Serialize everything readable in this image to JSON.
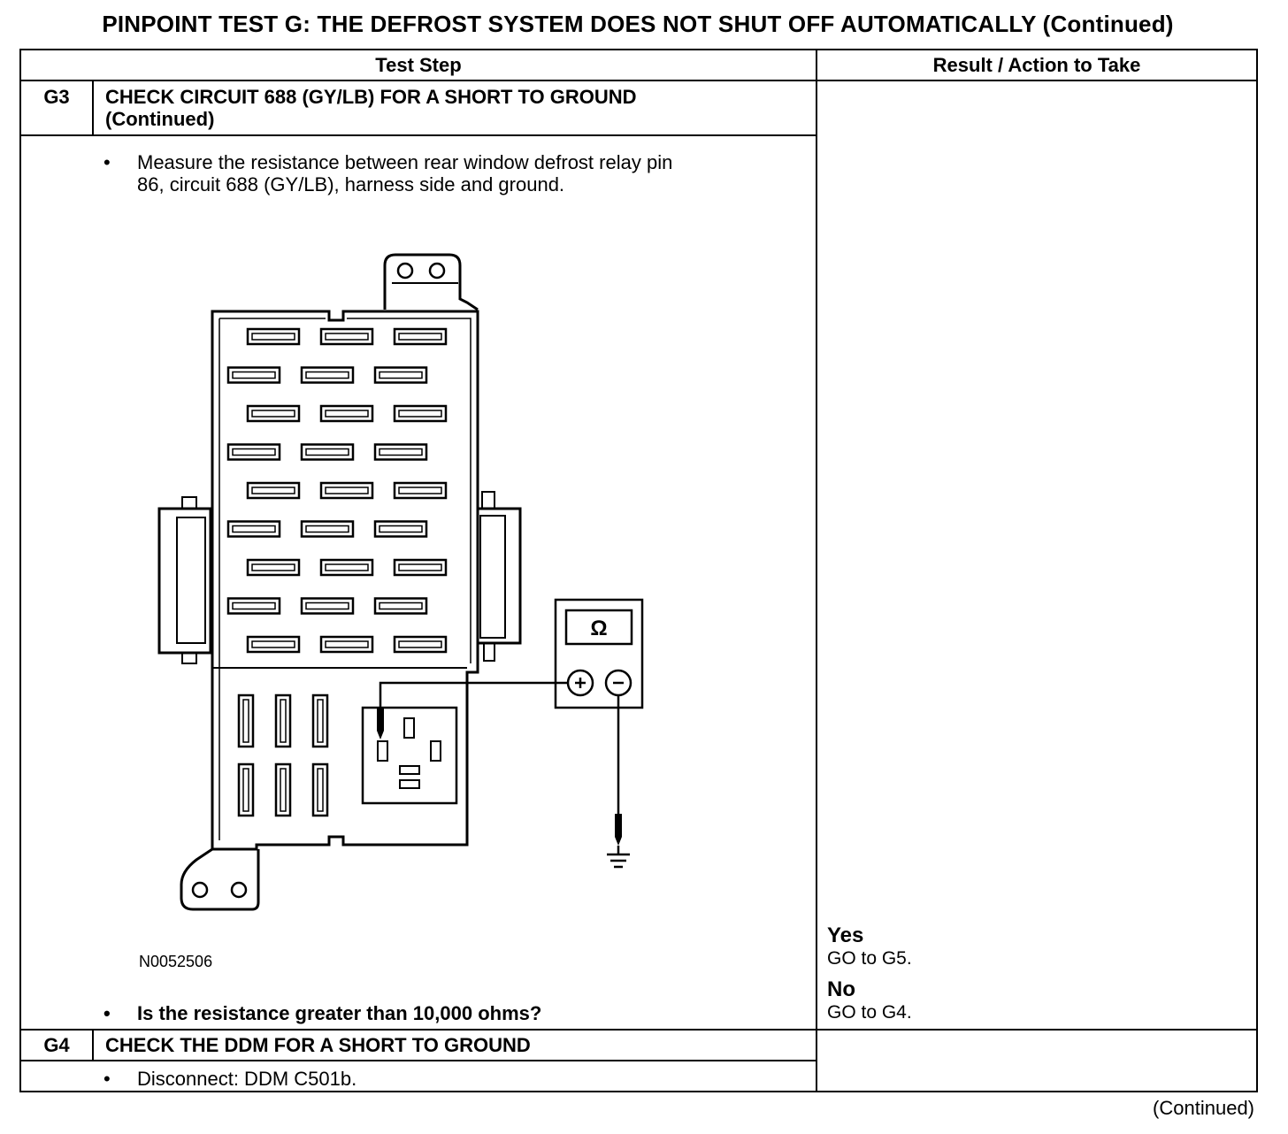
{
  "page_title": "PINPOINT TEST  G: THE DEFROST SYSTEM DOES NOT SHUT OFF AUTOMATICALLY (Continued)",
  "table": {
    "col_test_step": "Test Step",
    "col_result": "Result / Action to Take"
  },
  "steps": [
    {
      "id": "G3",
      "title_line1": "CHECK CIRCUIT 688 (GY/LB) FOR A SHORT TO GROUND",
      "title_line2": "(Continued)",
      "bullet1_line1": "Measure the resistance between rear window defrost relay pin",
      "bullet1_line2": "86, circuit 688 (GY/LB), harness side and ground.",
      "figure_id": "N0052506",
      "question": "Is the resistance greater than 10,000 ohms?",
      "yes_label": "Yes",
      "yes_action": "GO to G5.",
      "no_label": "No",
      "no_action": "GO to G4."
    },
    {
      "id": "G4",
      "title": "CHECK THE DDM FOR A SHORT TO GROUND",
      "bullet1": "Disconnect: DDM C501b."
    }
  ],
  "meter_symbol": "Ω",
  "bullet_glyph": "•",
  "footer_continued": "(Continued)"
}
